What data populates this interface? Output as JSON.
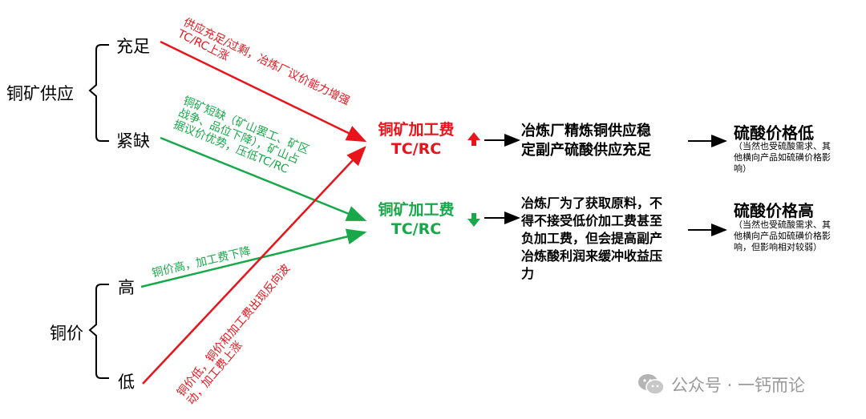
{
  "colors": {
    "red": "#e8141b",
    "green": "#18a84a",
    "black": "#000000",
    "watermark": "#9a9a9a"
  },
  "nodes": {
    "copper_supply": "铜矿供应",
    "sufficient": "充足",
    "shortage": "紧缺",
    "copper_price": "铜价",
    "high": "高",
    "low": "低"
  },
  "tcrc_up": {
    "title": "铜矿加工费",
    "code": "TC/RC",
    "arrow_icon": "up-arrow-icon"
  },
  "tcrc_down": {
    "title": "铜矿加工费",
    "code": "TC/RC",
    "arrow_icon": "down-arrow-icon"
  },
  "edge_labels": {
    "sufficient": "供应充足/过剩，冶炼厂议价能力增强\nTC/RC上涨",
    "shortage": "铜矿短缺（矿山罢工、矿区\n战争、品位下降），矿山占\n据议价优势，压低TC/RC",
    "high": "铜价高，加工费下降",
    "low": "铜价低，铜价和加工费出现反向波\n动，加工费上涨"
  },
  "outcome_up": {
    "line1": "冶炼厂精炼铜供应稳",
    "line2": "定副产硫酸供应充足"
  },
  "outcome_down": {
    "lines": [
      "冶炼厂为了获取原料，不",
      "得不接受低价加工费甚至",
      "负加工费，但会提高副产",
      "冶炼酸利润来缓冲收益压",
      "力"
    ]
  },
  "acid_low": {
    "title": "硫酸价格低",
    "note": "（当然也受硫酸需求、其\n他横向产品如硫磺价格影\n响）"
  },
  "acid_high": {
    "title": "硫酸价格高",
    "note": "（当然也受硫酸需求、其\n他横向产品如硫磺价格影\n响，但影响相对较弱）"
  },
  "watermark": {
    "icon": "wechat-icon",
    "text": "公众号 · 一钙而论"
  }
}
